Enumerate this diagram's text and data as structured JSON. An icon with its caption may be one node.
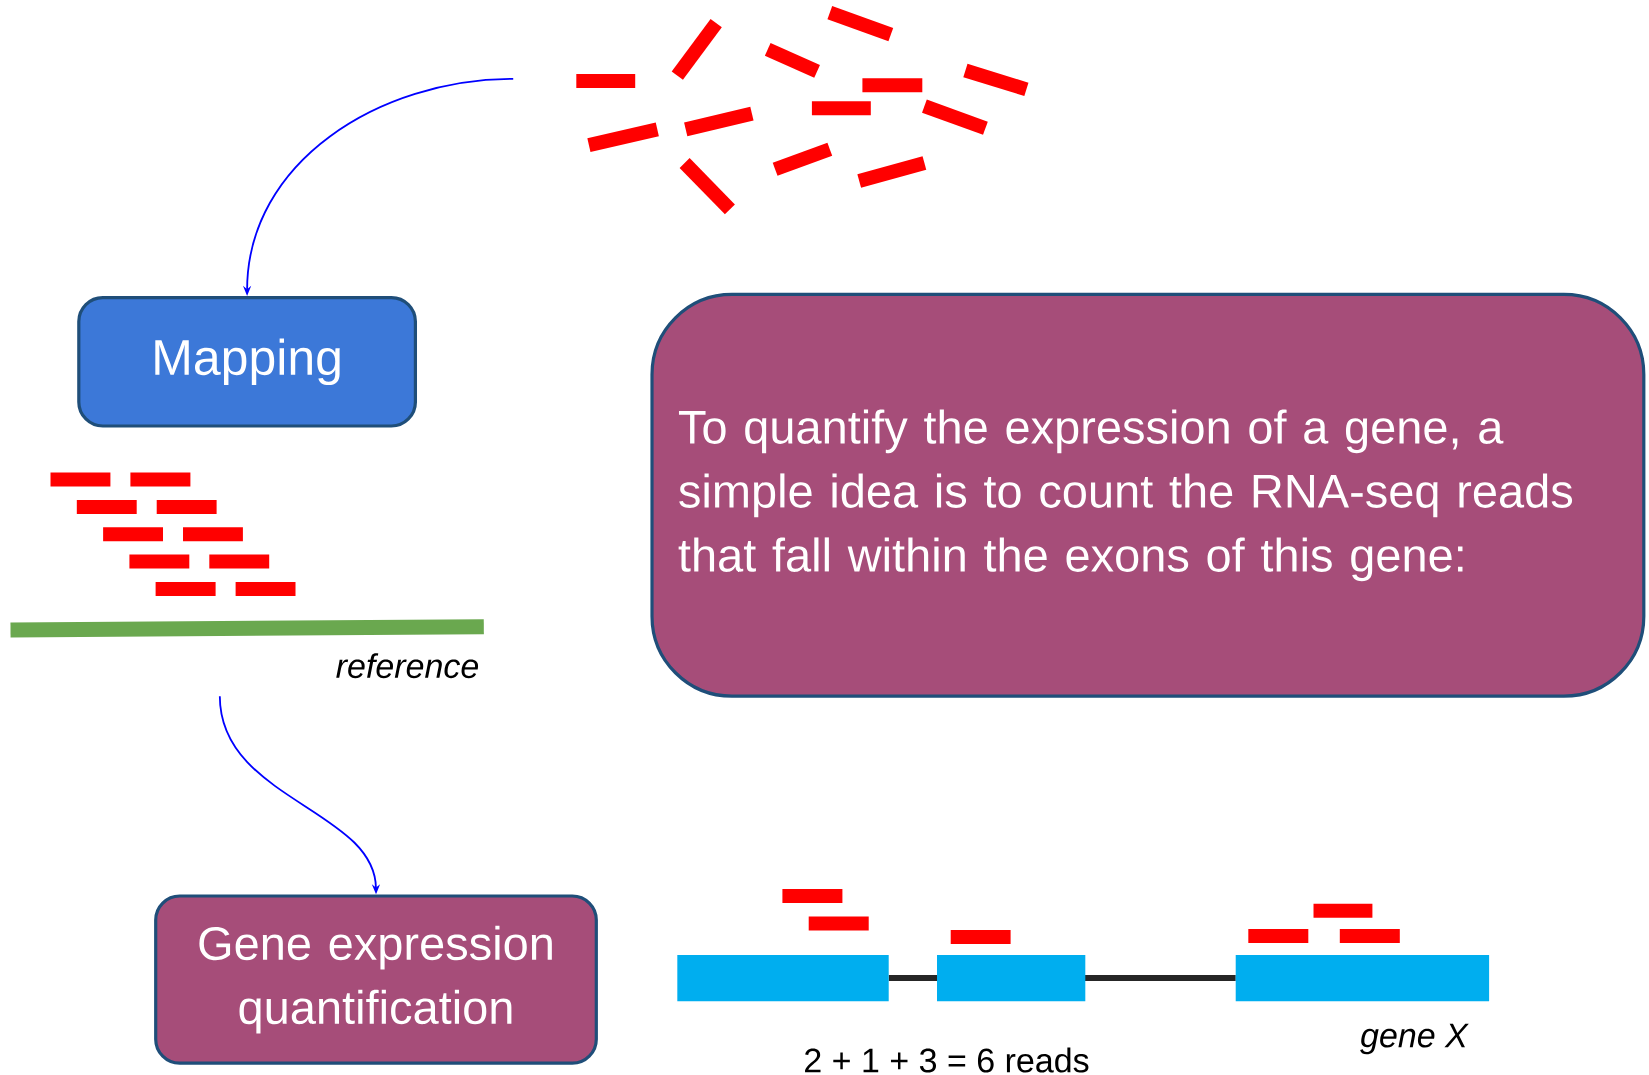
{
  "diagram": {
    "nodes": [
      {
        "text": [
          "Mapping"
        ]
      },
      {
        "text": [
          "Gene expression quantification"
        ]
      },
      {
        "text": [
          "To quantify the expression of a gene, a simple idea is to count the RNA-seq reads that fall within the exons of this gene:"
        ]
      }
    ],
    "edges": [
      {
        "from": null,
        "to": 0,
        "arrow": "to"
      },
      {
        "from": null,
        "to": 1,
        "arrow": "to"
      }
    ],
    "labels": [
      "reference",
      "2 + 1 + 3 = 6 reads",
      "gene X"
    ]
  }
}
